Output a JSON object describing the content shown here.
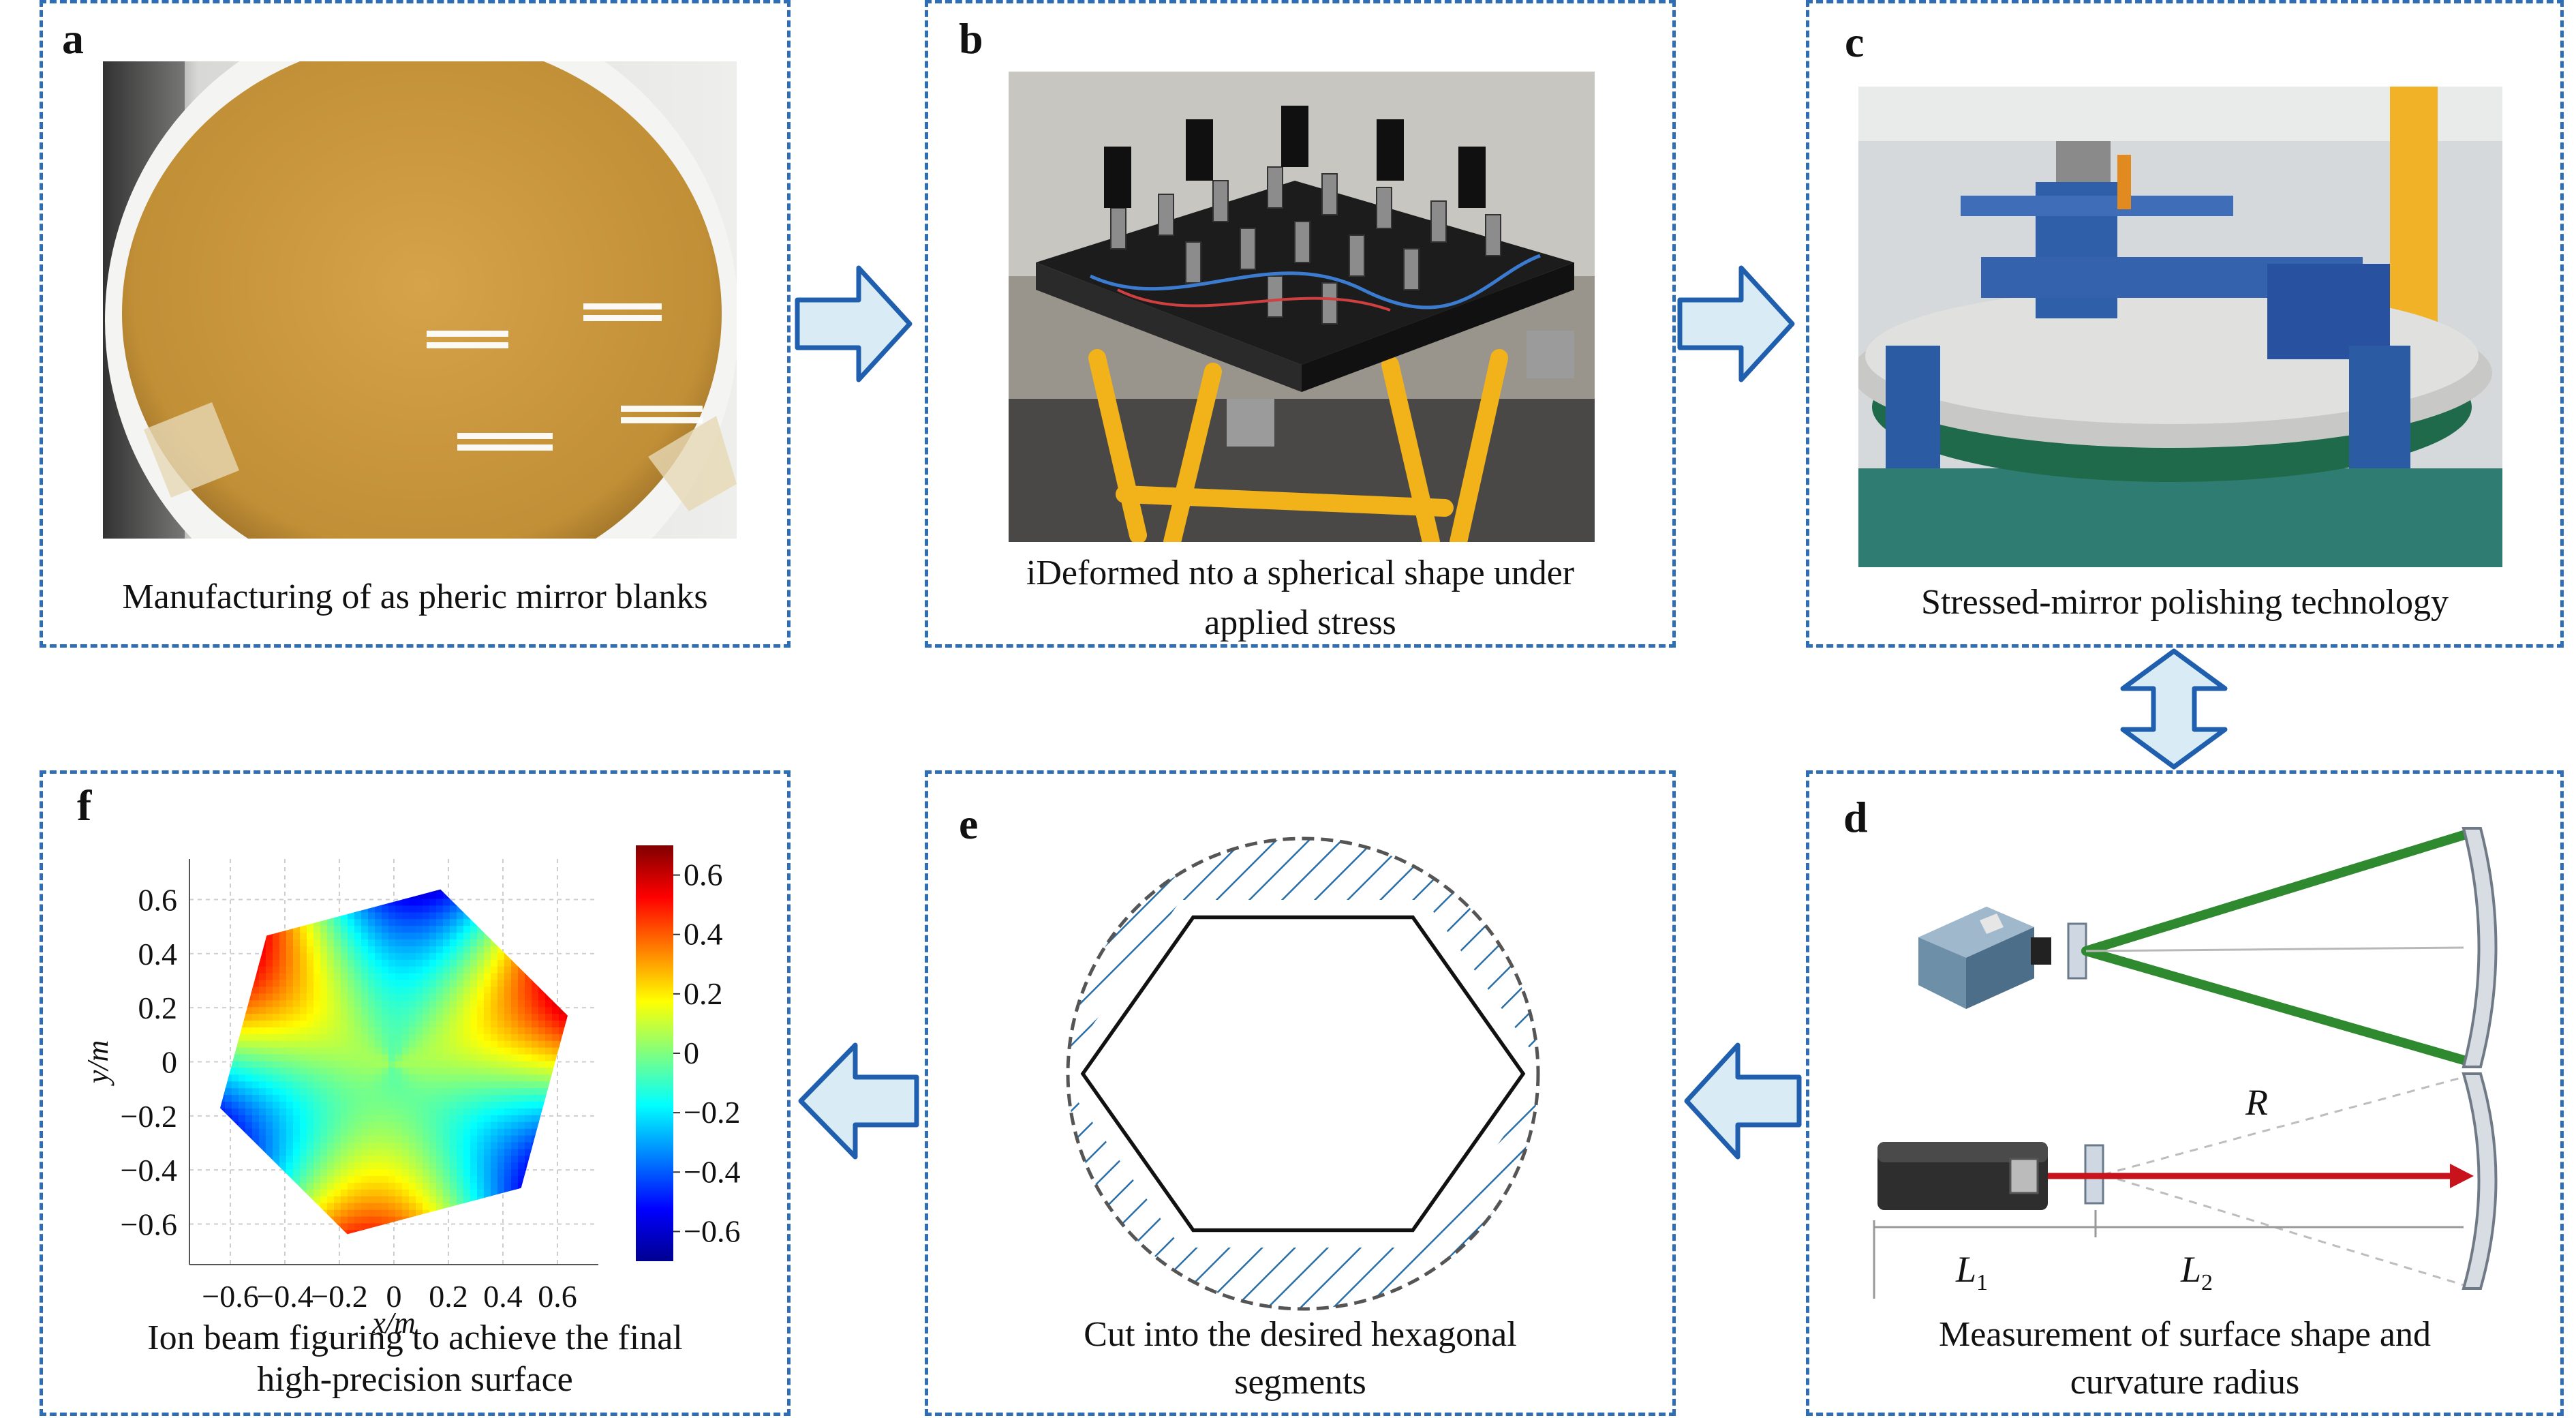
{
  "panels": {
    "a": {
      "letter": "a",
      "caption": "Manufacturing of as pheric mirror blanks"
    },
    "b": {
      "letter": "b",
      "caption_line1": "iDeformed nto a spherical shape under",
      "caption_line2": "applied stress"
    },
    "c": {
      "letter": "c",
      "caption": "Stressed-mirror polishing technology"
    },
    "d": {
      "letter": "d",
      "caption_line1": "Measurement of surface shape and",
      "caption_line2": "curvature radius",
      "label_R": "R",
      "label_L1": "L",
      "label_L1_sub": "1",
      "label_L2": "L",
      "label_L2_sub": "2"
    },
    "e": {
      "letter": "e",
      "caption_line1": "Cut into the desired hexagonal",
      "caption_line2": "segments"
    },
    "f": {
      "letter": "f",
      "caption_line1": "Ion beam figuring to achieve the final",
      "caption_line2": "high-precision surface"
    }
  },
  "chart_data": {
    "type": "heatmap",
    "title": "",
    "xlabel": "x/m",
    "ylabel": "y/m",
    "xticks": [
      "−0.6",
      "−0.4",
      "−0.2",
      "0",
      "0.2",
      "0.4",
      "0.6"
    ],
    "yticks": [
      "0.6",
      "0.4",
      "0.2",
      "0",
      "−0.2",
      "−0.4",
      "−0.6"
    ],
    "xlim": [
      -0.75,
      0.75
    ],
    "ylim": [
      -0.75,
      0.75
    ],
    "colorbar_ticks": [
      "0.6",
      "0.4",
      "0.2",
      "0",
      "−0.2",
      "−0.4",
      "−0.6"
    ],
    "colorbar_range": [
      -0.7,
      0.7
    ],
    "colormap": "jet",
    "grid": true
  },
  "colors": {
    "frame": "#2f6db5",
    "arrow_fill": "#d9ecf6",
    "arrow_stroke": "#1f5fae",
    "hatch": "#2a6ea8"
  }
}
